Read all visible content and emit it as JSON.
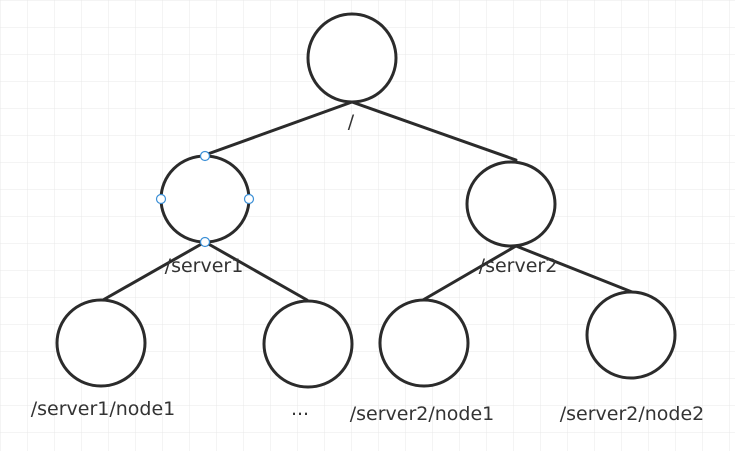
{
  "diagram": {
    "nodes": {
      "root": {
        "label": "/"
      },
      "server1": {
        "label": "/server1"
      },
      "server2": {
        "label": "/server2"
      },
      "server1_node1": {
        "label": "/server1/node1"
      },
      "server1_more": {
        "label": "..."
      },
      "server2_node1": {
        "label": "/server2/node1"
      },
      "server2_node2": {
        "label": "/server2/node2"
      }
    }
  },
  "colors": {
    "grid": "#e8e8e8",
    "stroke": "#2b2b2b",
    "text": "#333333",
    "selection_handle": "#3b8fd6"
  }
}
